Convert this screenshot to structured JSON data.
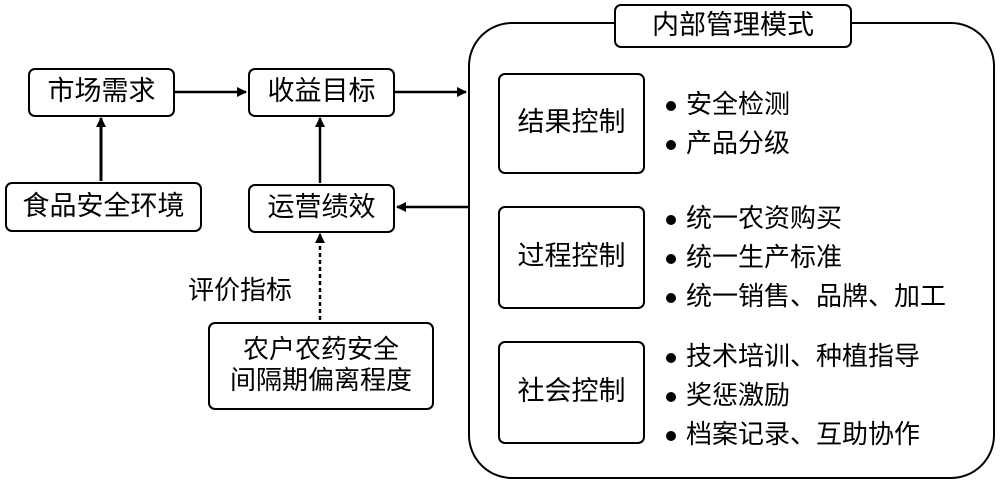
{
  "nodes": {
    "market_demand": "市场需求",
    "revenue_target": "收益目标",
    "food_safety_env": "食品安全环境",
    "operating_perf": "运营绩效",
    "farmer_line1": "农户农药安全",
    "farmer_line2": "间隔期偏离程度"
  },
  "edge_label": "评价指标",
  "internal": {
    "title": "内部管理模式",
    "groups": [
      {
        "label": "结果控制",
        "items": [
          "安全检测",
          "产品分级"
        ]
      },
      {
        "label": "过程控制",
        "items": [
          "统一农资购买",
          "统一生产标准",
          "统一销售、品牌、加工"
        ]
      },
      {
        "label": "社会控制",
        "items": [
          "技术培训、种植指导",
          "奖惩激励",
          "档案记录、互助协作"
        ]
      }
    ]
  }
}
